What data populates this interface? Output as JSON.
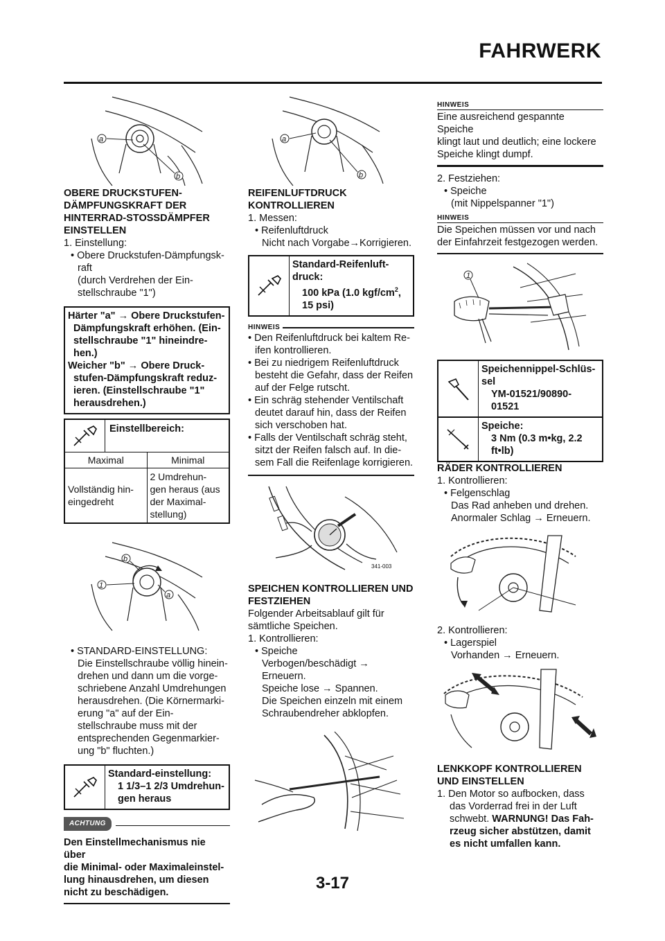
{
  "header": {
    "title": "FAHRWERK"
  },
  "page_number": "3-17",
  "col1": {
    "fig1": {
      "a": "a",
      "b": "b"
    },
    "heading": [
      "OBERE DRUCKSTUFEN-",
      "DÄMPFUNGSKRAFT DER",
      "HINTERRAD-STOSSDÄMPFER",
      "EINSTELLEN"
    ],
    "step1": "1.  Einstellung:",
    "bullet1": [
      "• Obere Druckstufen-Dämpfungsk-",
      "raft",
      "(durch Verdrehen der Ein-",
      "stellschraube \"1\")"
    ],
    "harder_box": [
      "Härter \"a\" → Obere Druckstufen-",
      "Dämpfungskraft erhöhen. (Ein-",
      "stellschraube \"1\" hineindre-",
      "hen.)",
      "Weicher \"b\" → Obere Druck-",
      "stufen-Dämpfungskraft reduz-",
      "ieren. (Einstellschraube \"1\"",
      "herausdrehen.)"
    ],
    "range": {
      "title": "Einstellbereich:",
      "col_max": "Maximal",
      "col_min": "Minimal",
      "max_value": [
        "Vollständig hin-",
        "eingedreht"
      ],
      "min_value": [
        "2 Umdrehun-",
        "gen heraus (aus",
        "der Maximal-",
        "stellung)"
      ]
    },
    "fig2": {
      "one": "1",
      "a": "a",
      "b": "b"
    },
    "std_setting_bullet": [
      "• STANDARD-EINSTELLUNG:",
      "Die Einstellschraube völlig hinein-",
      "drehen und dann um die vorge-",
      "schriebene Anzahl Umdrehungen",
      "herausdrehen. (Die Körnermarki-",
      "erung \"a\" auf der Ein-",
      "stellschraube muss mit der",
      "entsprechenden Gegenmarkier-",
      "ung \"b\" fluchten.)"
    ],
    "std_box": {
      "title": "Standard-einstellung:",
      "value": [
        "1 1/3–1 2/3 Umdrehun-",
        "gen heraus"
      ]
    },
    "caution_label": "ACHTUNG",
    "caution_text": [
      "Den Einstellmechanismus nie über",
      "die Minimal- oder Maximaleinstel-",
      "lung hinausdrehen, um diesen",
      "nicht zu beschädigen."
    ]
  },
  "col2": {
    "fig1": {
      "a": "a",
      "b": "b"
    },
    "heading": [
      "REIFENLUFTDRUCK",
      "KONTROLLIEREN"
    ],
    "step1": "1.  Messen:",
    "bullet1": [
      "• Reifenluftdruck",
      "Nicht nach Vorgabe→Korrigieren."
    ],
    "tire_box": {
      "title": [
        "Standard-Reifenluft-",
        "druck:"
      ],
      "value": [
        "100 kPa (1.0 kgf/cm",
        "15 psi)"
      ],
      "sup": "2"
    },
    "note_label": "HINWEIS",
    "note_items": [
      [
        "• Den Reifenluftdruck bei kaltem Re-",
        "ifen kontrollieren."
      ],
      [
        "• Bei zu niedrigem Reifenluftdruck",
        "besteht die Gefahr, dass der Reifen",
        "auf der Felge rutscht."
      ],
      [
        "• Ein schräg stehender Ventilschaft",
        "deutet darauf hin, dass der Reifen",
        "sich verschoben hat."
      ],
      [
        "• Falls der Ventilschaft schräg steht,",
        "sitzt der Reifen falsch auf. In die-",
        "sem Fall die Reifenlage korrigieren."
      ]
    ],
    "fig2_code": "341-003",
    "heading2": [
      "SPEICHEN KONTROLLIEREN UND",
      "FESTZIEHEN"
    ],
    "intro": [
      "Folgender Arbeitsablauf gilt für",
      "sämtliche Speichen."
    ],
    "step2": "1.  Kontrollieren:",
    "bullet2": [
      "• Speiche",
      "Verbogen/beschädigt →",
      "Erneuern.",
      "Speiche lose → Spannen.",
      "Die Speichen einzeln mit einem",
      "Schraubendreher abklopfen."
    ]
  },
  "col3": {
    "note1_label": "HINWEIS",
    "note1_text": [
      "Eine ausreichend gespannte Speiche",
      "klingt laut und deutlich; eine lockere",
      "Speiche klingt dumpf."
    ],
    "step2": "2.  Festziehen:",
    "bullet_spoke": [
      "• Speiche",
      "(mit Nippelspanner \"1\")"
    ],
    "note2_label": "HINWEIS",
    "note2_text": [
      "Die Speichen müssen vor und nach",
      "der Einfahrzeit festgezogen werden."
    ],
    "fig1": {
      "one": "1"
    },
    "tool_box": {
      "title": [
        "Speichennippel-Schlüs-",
        "sel"
      ],
      "value": "YM-01521/90890-01521"
    },
    "spoke_box": {
      "title": "Speiche:",
      "value": [
        "3 Nm (0.3 m•kg, 2.2",
        "ft•lb)"
      ]
    },
    "heading_wheels": "RÄDER KONTROLLIEREN",
    "w_step1": "1.  Kontrollieren:",
    "w_bullet1": [
      "• Felgenschlag",
      "Das Rad anheben und drehen.",
      "Anormaler Schlag → Erneuern."
    ],
    "w_step2": "2.  Kontrollieren:",
    "w_bullet2": [
      "• Lagerspiel",
      "Vorhanden → Erneuern."
    ],
    "heading_steer": [
      "LENKKOPF KONTROLLIEREN",
      "UND EINSTELLEN"
    ],
    "s_step1": [
      "1.  Den Motor so aufbocken, dass",
      "das Vorderrad frei in der Luft",
      "schwebt."
    ],
    "s_warning": [
      "WARNUNG! Das Fah-",
      "rzeug sicher abstützen, damit",
      "es nicht umfallen kann."
    ]
  }
}
